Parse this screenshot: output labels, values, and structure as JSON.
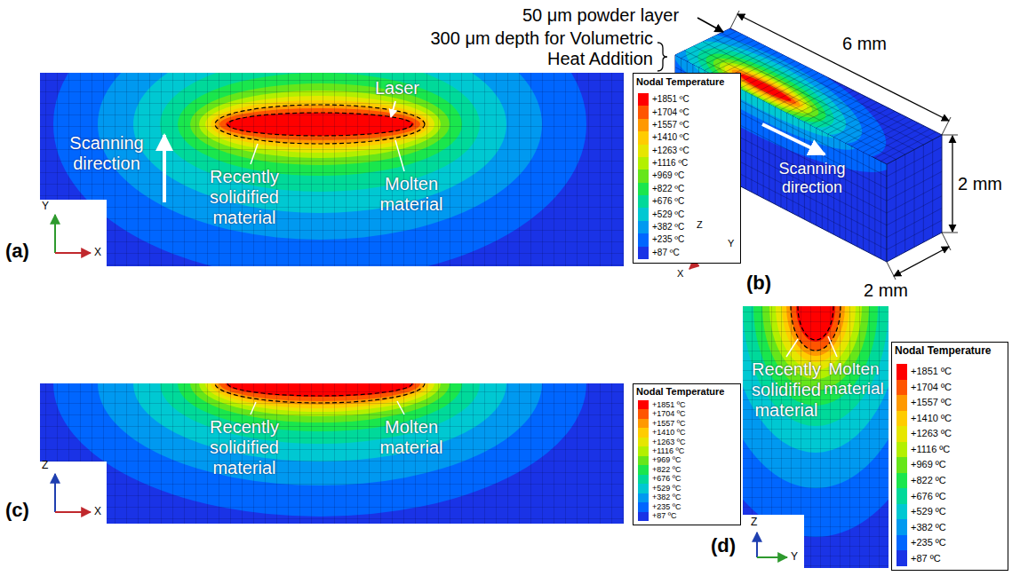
{
  "diagram": {
    "labels": [
      "50 μm powder layer",
      "300 μm depth for Volumetric Heat Addition",
      "Laser",
      "Scanning direction",
      "Recently solidified material",
      "Molten material",
      "Nodal Temperature",
      "(a)",
      "Y",
      "X",
      "6 mm",
      "2 mm",
      "2 mm",
      "Scanning direction",
      "Z",
      "Y",
      "X",
      "(b)",
      "Recently solidified material",
      "Molten material",
      "Nodal Temperature",
      "(c)",
      "Z",
      "X",
      "Recently solidified material",
      "Molten material",
      "Nodal Temperature",
      "(d)",
      "Z",
      "Y"
    ],
    "legend": [
      {
        "text": "+1851 ºC",
        "color": "#ff0000"
      },
      {
        "text": "+1704 ºC",
        "color": "#ff5500"
      },
      {
        "text": "+1557 ºC",
        "color": "#ff9900"
      },
      {
        "text": "+1410 ºC",
        "color": "#ffcc00"
      },
      {
        "text": "+1263 ºC",
        "color": "#e6e600"
      },
      {
        "text": "+1116 ºC",
        "color": "#b3f000"
      },
      {
        "text": "+969 ºC",
        "color": "#66e61a"
      },
      {
        "text": "+822 ºC",
        "color": "#1ae64d"
      },
      {
        "text": "+676 ºC",
        "color": "#00d99a"
      },
      {
        "text": "+529 ºC",
        "color": "#00c8d2"
      },
      {
        "text": "+382 ºC",
        "color": "#0099f0"
      },
      {
        "text": "+235 ºC",
        "color": "#0066ff"
      },
      {
        "text": "+87 ºC",
        "color": "#1a33e6"
      },
      {
        "text": "+1851 ºC",
        "color": "#ff0000"
      },
      {
        "text": "+1704 ºC",
        "color": "#ff5500"
      },
      {
        "text": "+1557 ºC",
        "color": "#ff9900"
      },
      {
        "text": "+1410 ºC",
        "color": "#ffcc00"
      },
      {
        "text": "+1263 ºC",
        "color": "#e6e600"
      },
      {
        "text": "+1116 ºC",
        "color": "#b3f000"
      },
      {
        "text": "+969 ºC",
        "color": "#66e61a"
      },
      {
        "text": "+822 ºC",
        "color": "#1ae64d"
      },
      {
        "text": "+676 ºC",
        "color": "#00d99a"
      },
      {
        "text": "+529 ºC",
        "color": "#00c8d2"
      },
      {
        "text": "+382 ºC",
        "color": "#0099f0"
      },
      {
        "text": "+235 ºC",
        "color": "#0066ff"
      },
      {
        "text": "+87 ºC",
        "color": "#1a33e6"
      },
      {
        "text": "+1851 ºC",
        "color": "#ff0000"
      },
      {
        "text": "+1704 ºC",
        "color": "#ff5500"
      },
      {
        "text": "+1557 ºC",
        "color": "#ff9900"
      },
      {
        "text": "+1410 ºC",
        "color": "#ffcc00"
      },
      {
        "text": "+1263 ºC",
        "color": "#e6e600"
      },
      {
        "text": "+1116 ºC",
        "color": "#b3f000"
      },
      {
        "text": "+969 ºC",
        "color": "#66e61a"
      },
      {
        "text": "+822 ºC",
        "color": "#1ae64d"
      },
      {
        "text": "+676 ºC",
        "color": "#00d99a"
      },
      {
        "text": "+529 ºC",
        "color": "#00c8d2"
      },
      {
        "text": "+382 ºC",
        "color": "#0099f0"
      },
      {
        "text": "+235 ºC",
        "color": "#0066ff"
      },
      {
        "text": "+87 ºC",
        "color": "#1a33e6"
      }
    ]
  }
}
